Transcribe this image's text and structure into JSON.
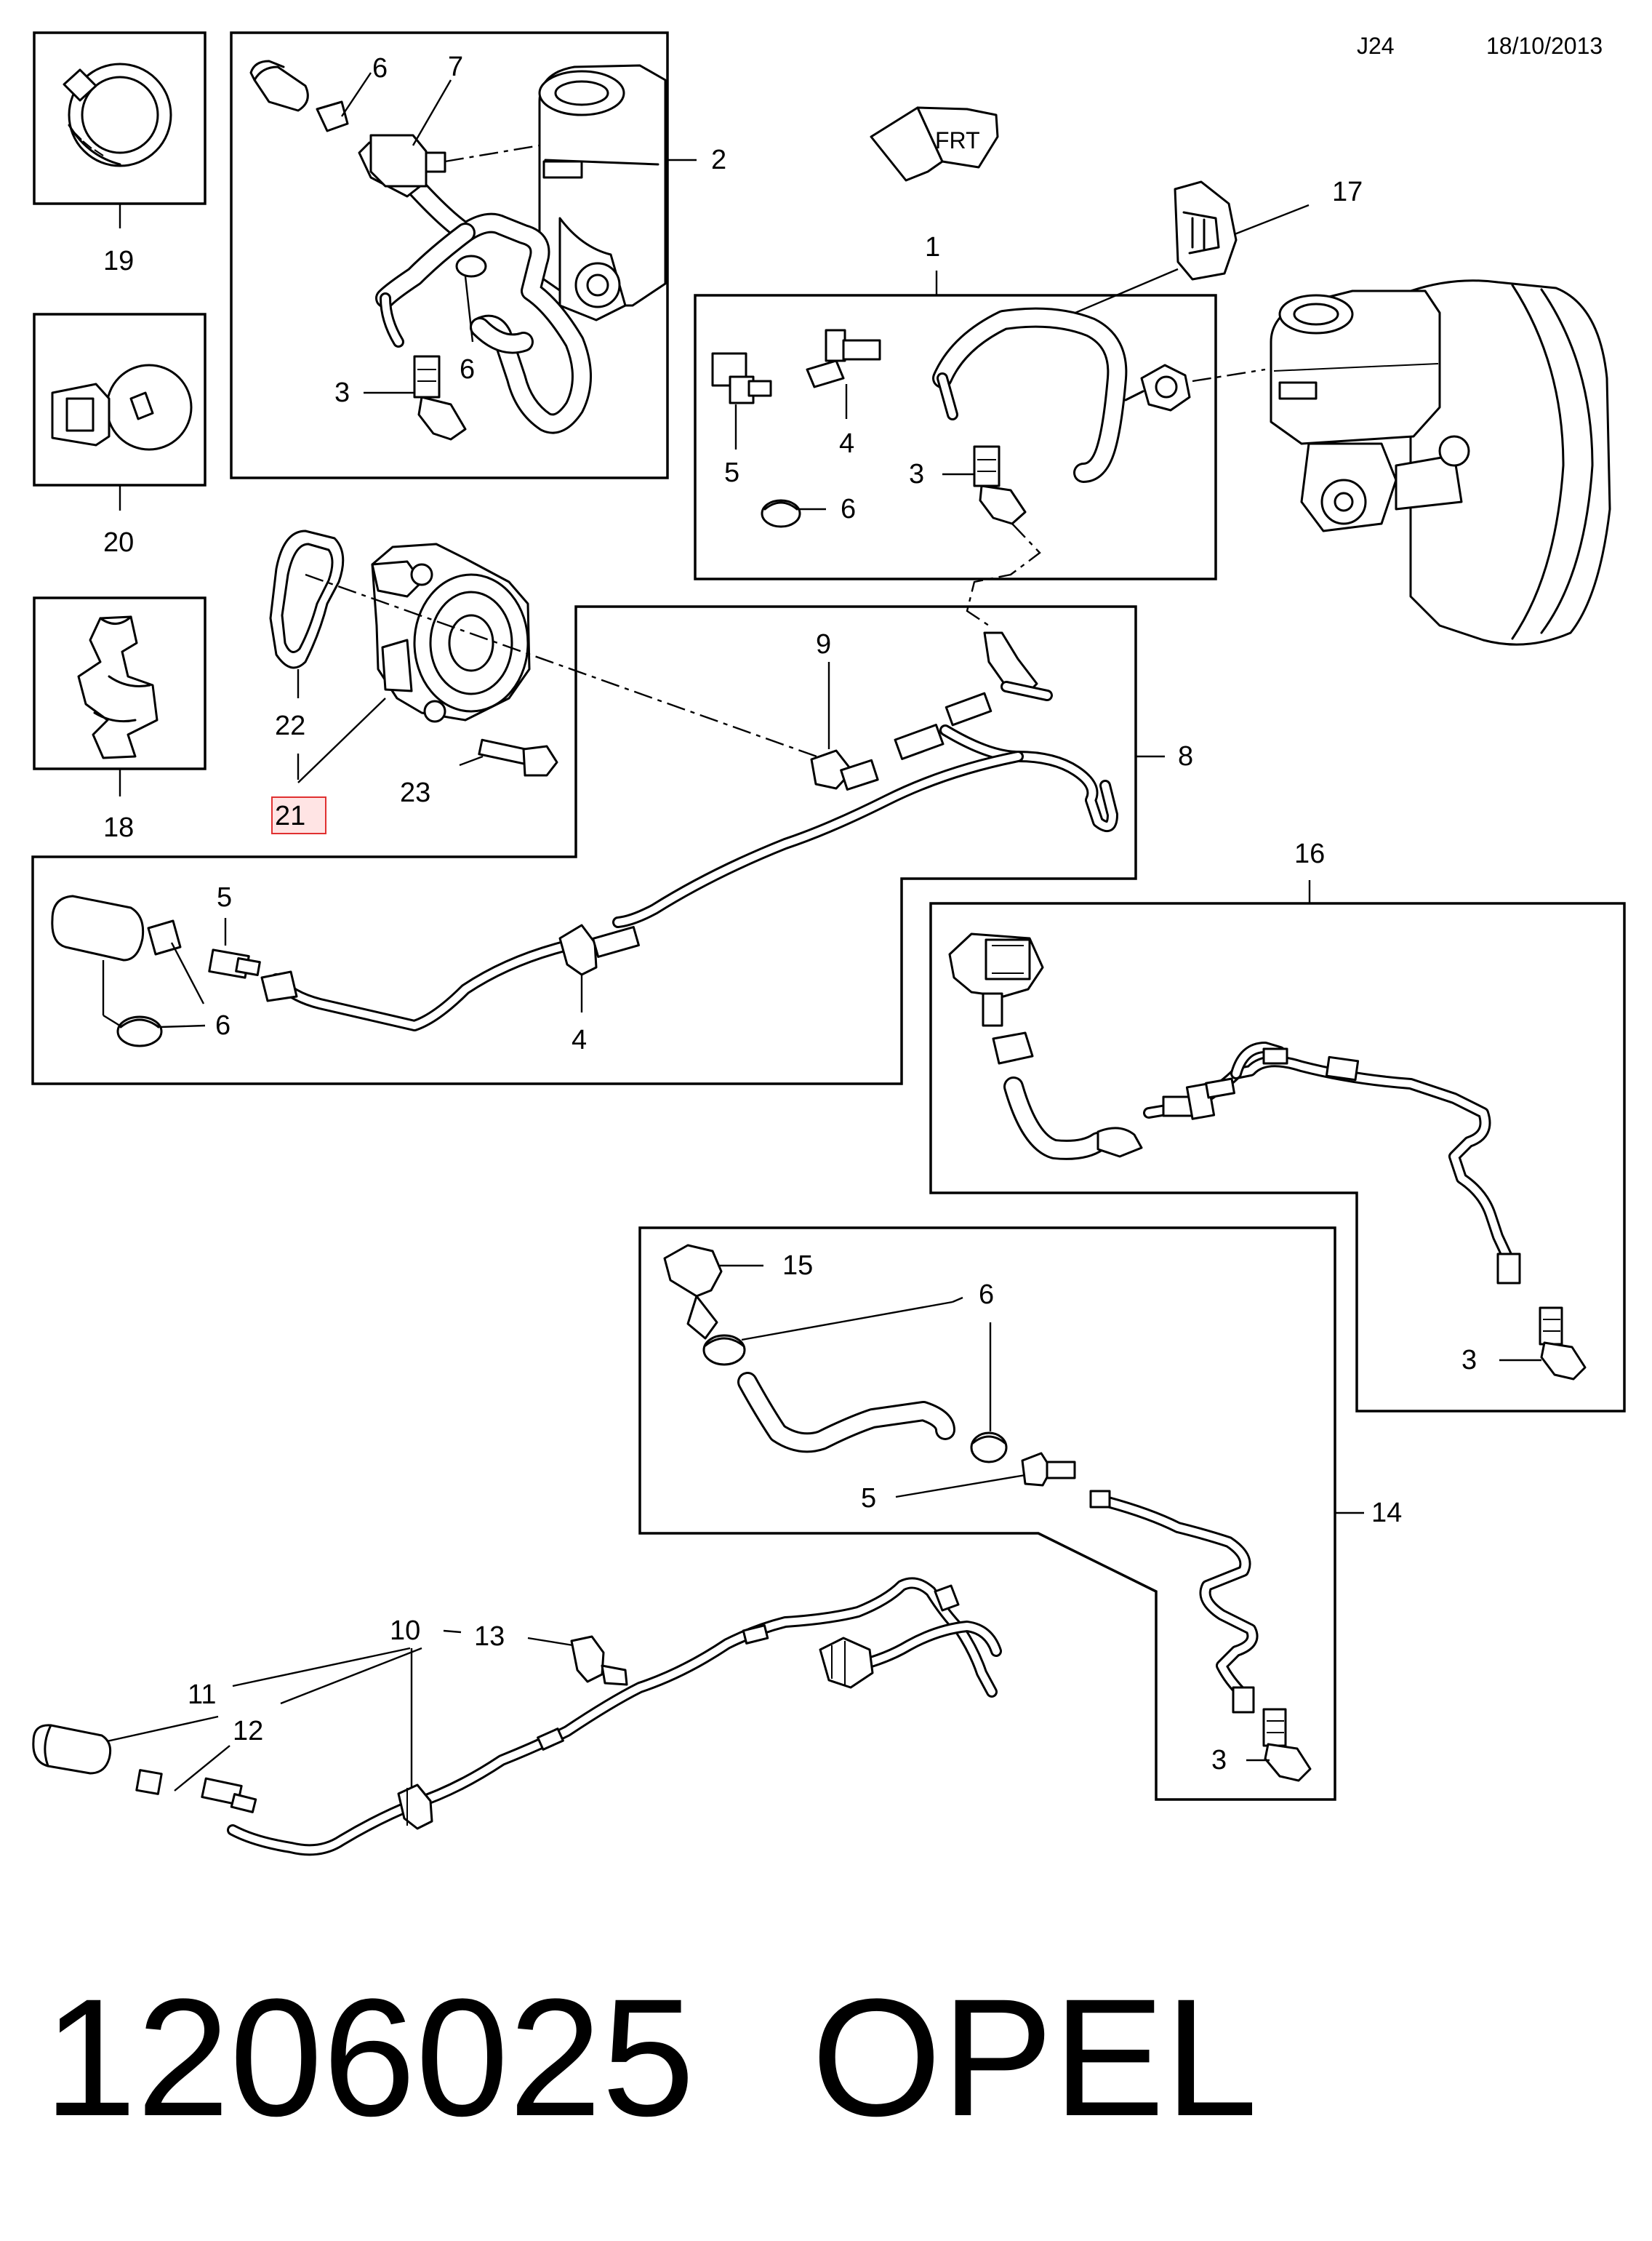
{
  "header": {
    "page_code": "J24",
    "date": "18/10/2013"
  },
  "footer": {
    "part_number": "1206025",
    "brand": "OPEL"
  },
  "callouts": {
    "c1": "1",
    "c2": "2",
    "c3a": "3",
    "c3b": "3",
    "c3c": "3",
    "c3d": "3",
    "c4a": "4",
    "c4b": "4",
    "c5a": "5",
    "c5b": "5",
    "c5c": "5",
    "c6a": "6",
    "c6b": "6",
    "c6c": "6",
    "c6d": "6",
    "c6e": "6",
    "c7": "7",
    "c8": "8",
    "c9": "9",
    "c10": "10",
    "c11": "11",
    "c12": "12",
    "c13": "13",
    "c14": "14",
    "c15": "15",
    "c16": "16",
    "c17": "17",
    "c18": "18",
    "c19": "19",
    "c20": "20",
    "c21": "21",
    "c22": "22",
    "c23": "23"
  },
  "direction_tag": "FRT",
  "highlight_color": "#e03030"
}
